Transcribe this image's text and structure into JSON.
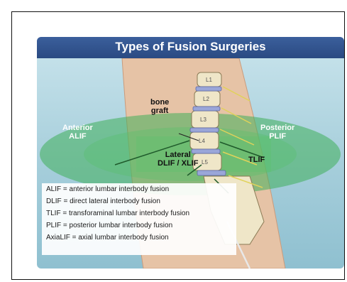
{
  "title": "Types of Fusion Surgeries",
  "labels": {
    "anterior": [
      "Anterior",
      "ALIF"
    ],
    "posterior": [
      "Posterior",
      "PLIF"
    ],
    "bone_graft": [
      "bone",
      "graft"
    ],
    "lateral": [
      "Lateral",
      "DLIF / XLIF"
    ],
    "tlif": "TLIF"
  },
  "vertebra_labels": [
    "L1",
    "L2",
    "L3",
    "L4",
    "L5"
  ],
  "legend": [
    "ALIF = anterior lumbar interbody fusion",
    "DLIF = direct lateral interbody fusion",
    "TLIF = transforaminal lumbar interbody fusion",
    "PLIF = posterior lumbar interbody fusion",
    "AxiaLIF = axial lumbar interbody fusion"
  ],
  "colors": {
    "title_bar": "#2a4a82",
    "ellipse": "#3fae5a",
    "background": "#a6cedb"
  }
}
